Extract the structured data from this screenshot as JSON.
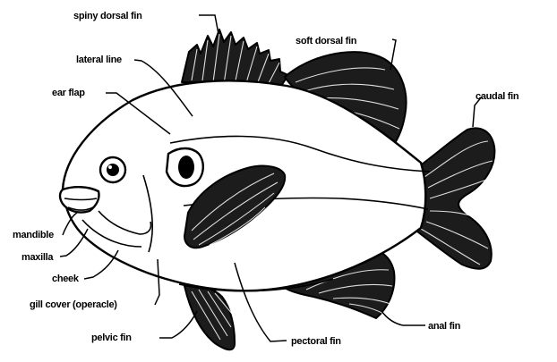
{
  "diagram": {
    "labels": {
      "spiny_dorsal_fin": "spiny dorsal fin",
      "soft_dorsal_fin": "soft dorsal fin",
      "lateral_line": "lateral line",
      "ear_flap": "ear flap",
      "caudal_fin": "caudal fin",
      "mandible": "mandible",
      "maxilla": "maxilla",
      "cheek": "cheek",
      "gill_cover": "gill cover (operacle)",
      "pelvic_fin": "pelvic fin",
      "anal_fin": "anal fin",
      "pectoral_fin": "pectoral fin"
    }
  }
}
